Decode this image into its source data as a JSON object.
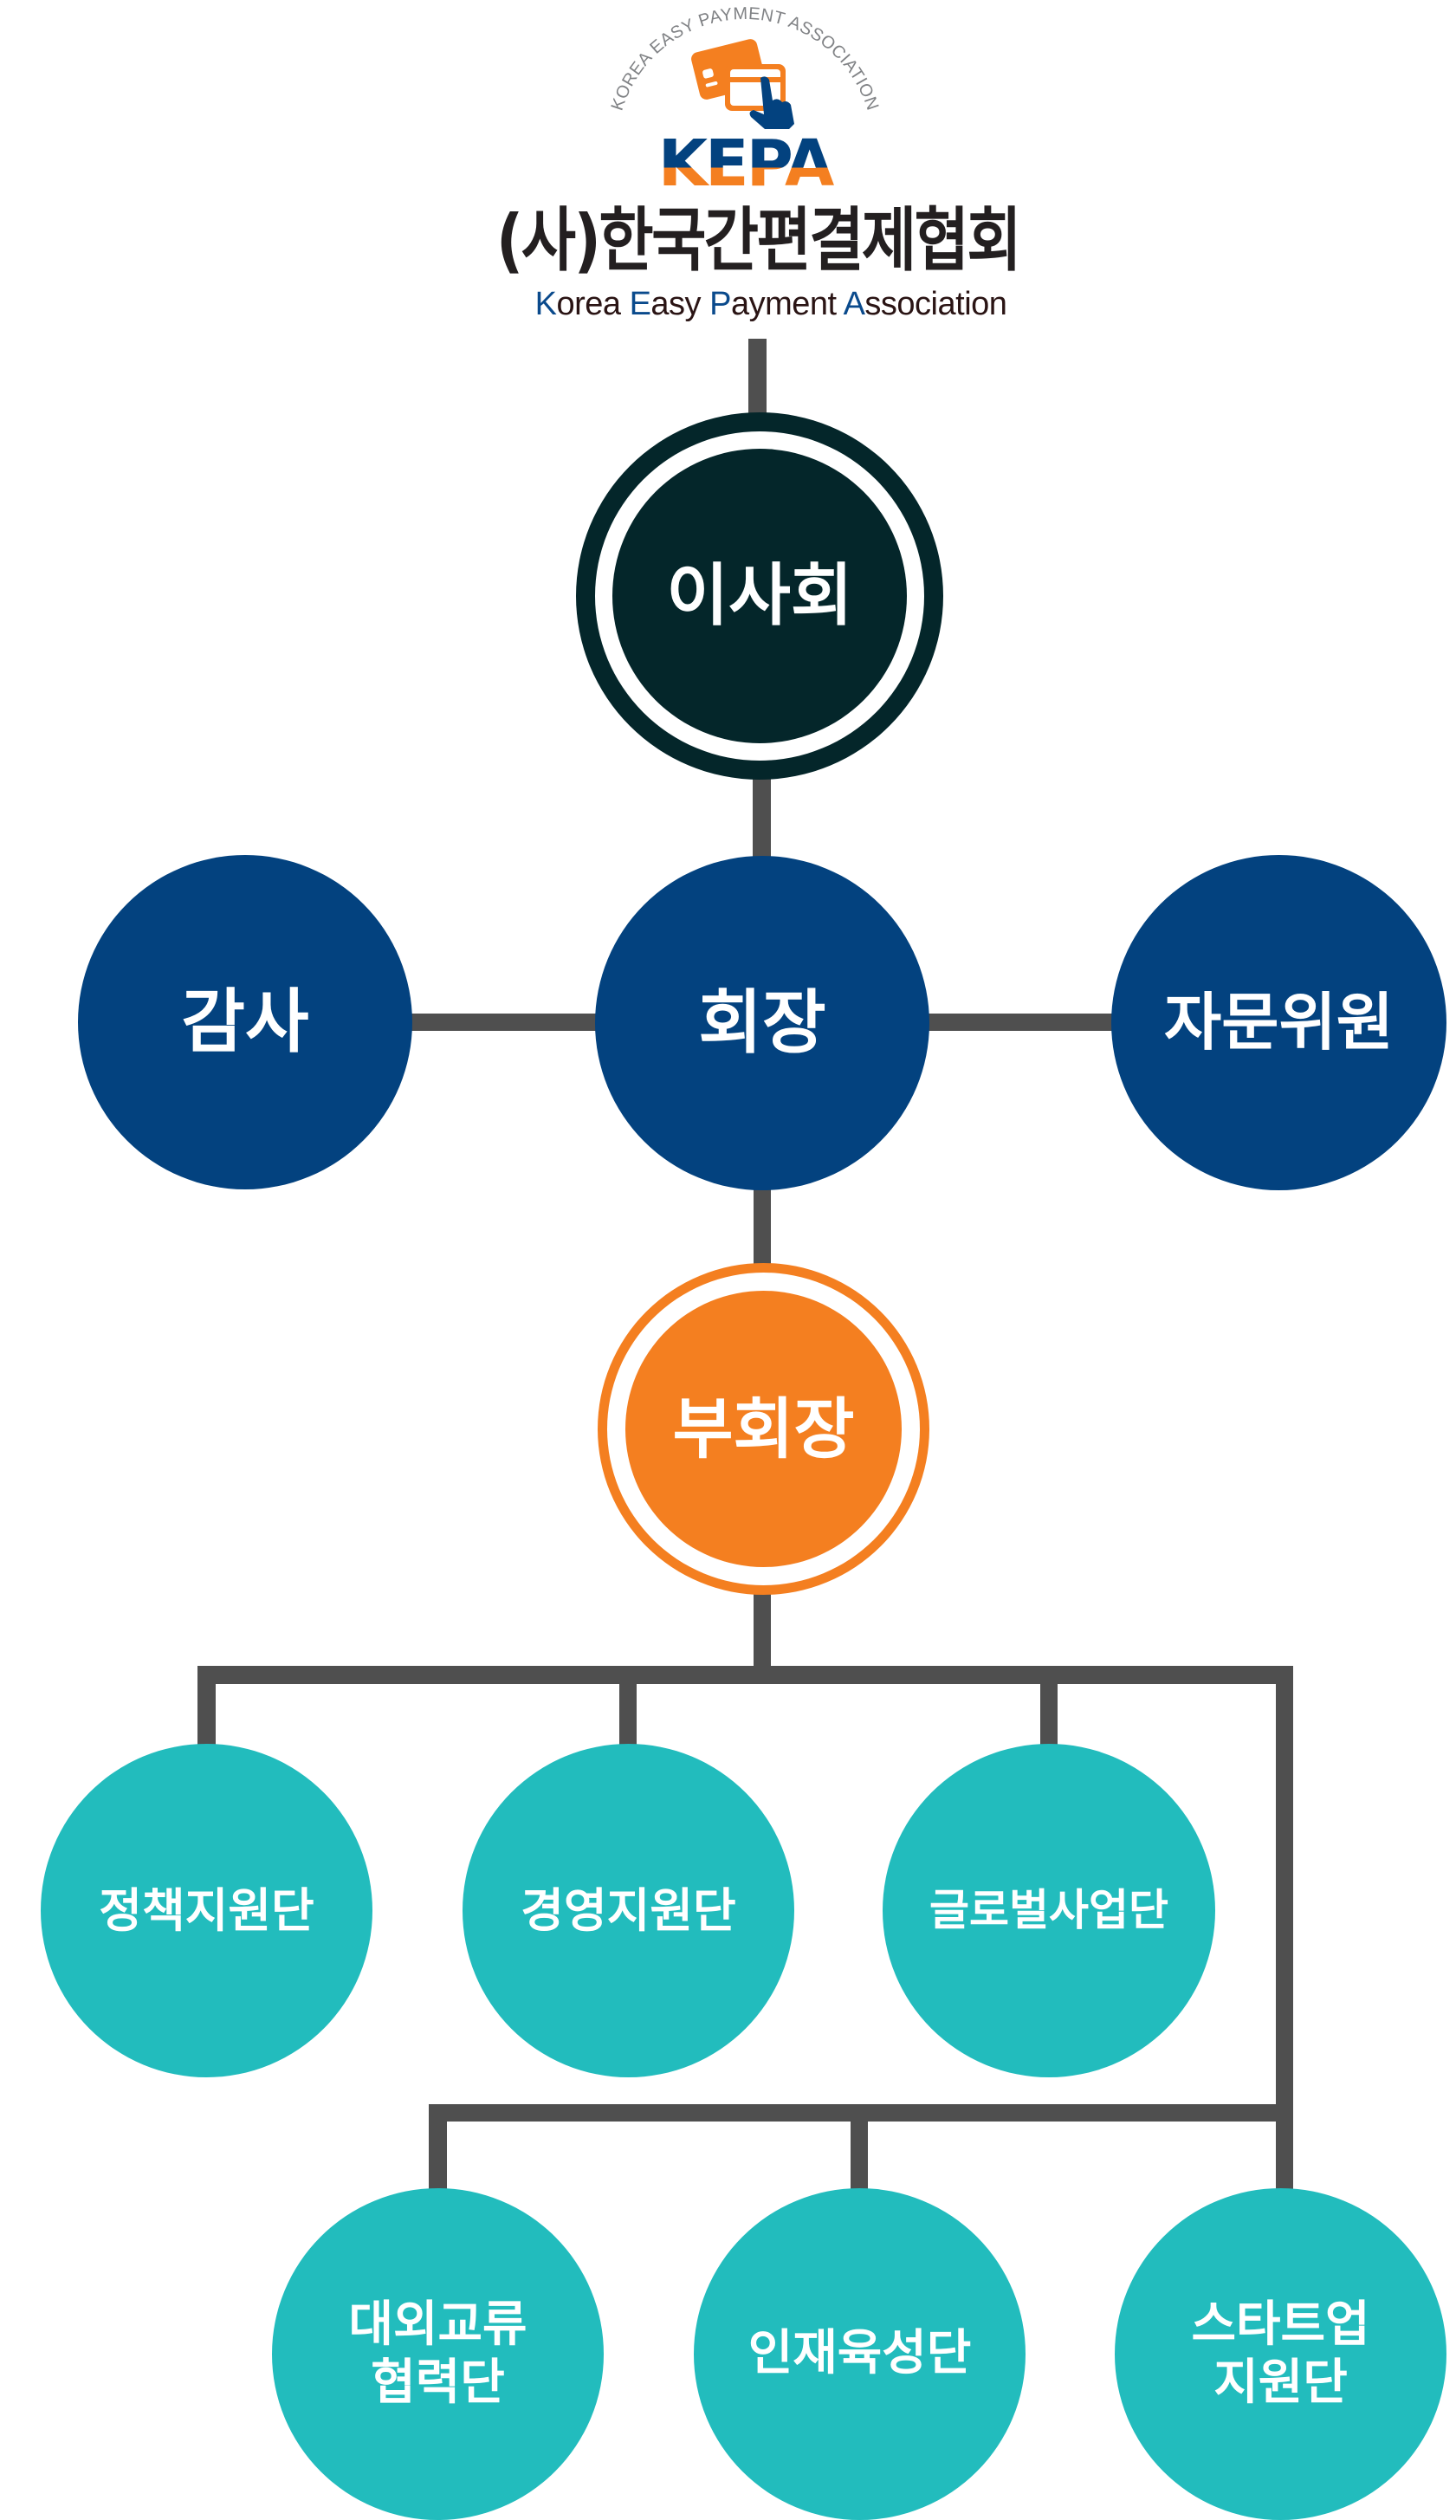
{
  "colors": {
    "board": "#04262a",
    "president": "#03427f",
    "vice_president": "#f47f20",
    "division": "#22bcbd",
    "connector": "#4f4f4f",
    "logo_blue": "#03427f",
    "logo_orange": "#f47f20",
    "logo_arc_text": "#808285"
  },
  "logo": {
    "arc_text": "KOREA EASY PAYMENT ASSOCIATION",
    "wordmark": "KEPA",
    "icon": "card-tap-icon"
  },
  "header": {
    "title": "(사)한국간편결제협회",
    "subtitle_parts": [
      {
        "text": "K",
        "cap": true
      },
      {
        "text": "orea ",
        "cap": false
      },
      {
        "text": "E",
        "cap": true
      },
      {
        "text": "asy ",
        "cap": false
      },
      {
        "text": "P",
        "cap": true
      },
      {
        "text": "ayment ",
        "cap": false
      },
      {
        "text": "A",
        "cap": true
      },
      {
        "text": "ssociation",
        "cap": false
      }
    ],
    "subtitle": "Korea Easy Payment Association"
  },
  "org": {
    "board": {
      "label": "이사회"
    },
    "president": {
      "label": "회장"
    },
    "auditor": {
      "label": "감사"
    },
    "advisors": {
      "label": "자문위원"
    },
    "vice_president": {
      "label": "부회장"
    },
    "divisions_row1": [
      {
        "label": "정책지원단"
      },
      {
        "label": "경영지원단"
      },
      {
        "label": "글로벌사업단"
      }
    ],
    "divisions_row2": [
      {
        "label": "대외교류\n협력단"
      },
      {
        "label": "인재육성단"
      },
      {
        "label": "스타트업\n지원단"
      }
    ]
  }
}
